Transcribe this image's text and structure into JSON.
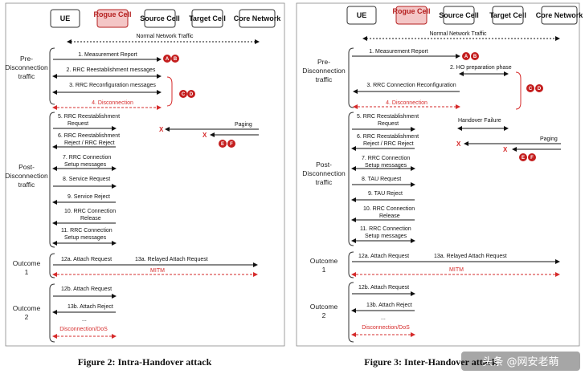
{
  "colors": {
    "ink": "#111111",
    "attack_red": "#d62b2b",
    "rogue_fill": "#f4c6c6",
    "badge_red": "#c41e1e"
  },
  "left": {
    "entities": [
      "UE",
      "Rogue Cell",
      "Source Cell",
      "Target Cell",
      "Core Network"
    ],
    "normal_traffic": "Normal Network Traffic",
    "phase_labels": {
      "pre": "Pre-Disconnection traffic",
      "post": "Post-Disconnection traffic",
      "outcome1": "Outcome 1",
      "outcome2": "Outcome 2"
    },
    "messages": {
      "m1": "1. Measurement Report",
      "m2": "2. RRC Reestablishment messages",
      "m3": "3. RRC Reconfiguration messages",
      "m4": "4. Disconnection",
      "m5": "5. RRC Reestablishment Request",
      "m6": "6. RRC Reestablishment Reject / RRC Reject",
      "m7": "7. RRC Connection Setup messages",
      "m8": "8. Service Request",
      "m9": "9. Service Reject",
      "m10": "10. RRC Connection Release",
      "m11": "11. RRC Connection Setup messages",
      "m12a": "12a. Attach Request",
      "m13a": "13a. Relayed Attach Request",
      "mitm": "MITM",
      "m12b": "12b. Attach Request",
      "m13b": "13b. Attach Reject",
      "dots": "...",
      "dos": "Disconnection/DoS",
      "paging": "Paging"
    },
    "badges": [
      "A",
      "B",
      "C",
      "D",
      "E",
      "F"
    ],
    "caption": "Figure 2: Intra-Handover attack"
  },
  "right": {
    "entities": [
      "UE",
      "Rogue Cell",
      "Source Cell",
      "Target Cell",
      "Core Network"
    ],
    "normal_traffic": "Normal Network Traffic",
    "phase_labels": {
      "pre": "Pre-Disconnection traffic",
      "post": "Post-Disconnection traffic",
      "outcome1": "Outcome 1",
      "outcome2": "Outcome 2"
    },
    "messages": {
      "m1": "1. Measurement Report",
      "m2": "2. HO preparation phase",
      "m3": "3. RRC Connection Reconfiguration",
      "m4": "4. Disconnection",
      "m5": "5. RRC Reestablishment Request",
      "m6": "6. RRC Reestablishment Reject / RRC Reject",
      "m7": "7. RRC Connection Setup messages",
      "m8": "8. TAU Request",
      "m9": "9. TAU Reject",
      "m10": "10. RRC Connection Release",
      "m11": "11. RRC Connection Setup messages",
      "m12a": "12a. Attach Request",
      "m13a": "13a. Relayed Attach Request",
      "mitm": "MITM",
      "m12b": "12b. Attach Request",
      "m13b": "13b. Attach Reject",
      "dots": "...",
      "dos": "Disconnection/DoS",
      "paging": "Paging",
      "hof": "Handover Failure"
    },
    "badges": [
      "A",
      "B",
      "C",
      "D",
      "E",
      "F"
    ],
    "caption": "Figure 3: Inter-Handover attack"
  },
  "watermark": "头条 @网安老萌"
}
